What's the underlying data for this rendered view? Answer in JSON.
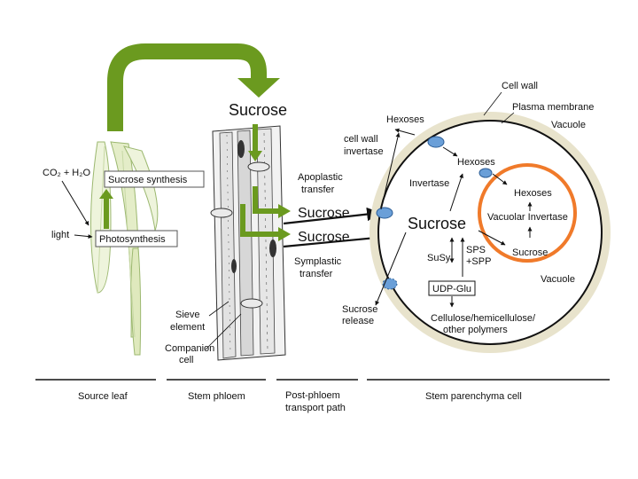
{
  "labels": {
    "sucrose_top": "Sucrose",
    "co2_h2o": "CO₂ + H₂O",
    "sucrose_synthesis": "Sucrose synthesis",
    "light": "light",
    "photosynthesis": "Photosynthesis",
    "apoplastic": [
      "Apoplastic",
      "transfer"
    ],
    "sucrose_apo": "Sucrose",
    "sucrose_sym": "Sucrose",
    "symplastic": [
      "Symplastic",
      "transfer"
    ],
    "sieve_element": [
      "Sieve",
      "element"
    ],
    "companion_cell": [
      "Companion",
      "cell"
    ],
    "cell_wall": "Cell wall",
    "plasma_membrane": "Plasma membrane",
    "vacuole_top": "Vacuole",
    "vacuole_bottom": "Vacuole",
    "hexoses_outer": "Hexoses",
    "cell_wall_invertase": [
      "cell wall",
      "invertase"
    ],
    "hexoses_cyto": "Hexoses",
    "invertase": "Invertase",
    "hexoses_vac": "Hexoses",
    "sucrose_center": "Sucrose",
    "vacuolar_invertase": "Vacuolar Invertase",
    "sucrose_vac": "Sucrose",
    "susy": "SuSy",
    "sps_spp": [
      "SPS",
      "+SPP"
    ],
    "udp_glu": "UDP-Glu",
    "sucrose_release": [
      "Sucrose",
      "release"
    ],
    "cellulose": [
      "Cellulose/hemicellulose/",
      "other polymers"
    ]
  },
  "footer": {
    "source_leaf": "Source leaf",
    "stem_phloem": "Stem phloem",
    "post_phloem": [
      "Post-phloem",
      "transport path"
    ],
    "stem_parenchyma": "Stem parenchyma  cell"
  },
  "colors": {
    "green_arrow": "#6b9a1f",
    "cell_wall": "#e8e3cc",
    "vacuole_ring": "#f07a2a",
    "transporter": "#6a9fd8"
  }
}
